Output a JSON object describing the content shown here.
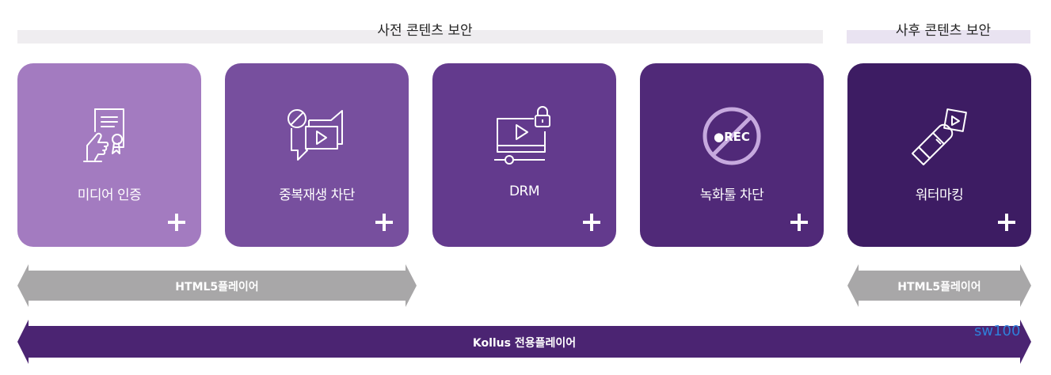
{
  "sections": {
    "pre_title": "사전 콘텐츠 보안",
    "post_title": "사후 콘텐츠 보안"
  },
  "cards": [
    {
      "label": "미디어 인증",
      "icon": "certificate-hand-icon",
      "color": "#a37bc0"
    },
    {
      "label": "중복재생 차단",
      "icon": "duplicate-playback-block-icon",
      "color": "#774f9e"
    },
    {
      "label": "DRM",
      "icon": "monitor-lock-icon",
      "color": "#633a8d"
    },
    {
      "label": "녹화툴 차단",
      "icon": "no-rec-icon",
      "color": "#502978",
      "icon_text": "●REC"
    },
    {
      "label": "워터마킹",
      "icon": "watermark-stamp-icon",
      "color": "#3d1c63"
    }
  ],
  "arrows": {
    "html5_left": "HTML5플레이어",
    "html5_right": "HTML5플레이어",
    "kollus": "Kollus 전용플레이어"
  },
  "colors": {
    "gray_arrow": "#a8a7a8",
    "kollus_arrow": "#4b2472"
  },
  "watermark": "sw100"
}
